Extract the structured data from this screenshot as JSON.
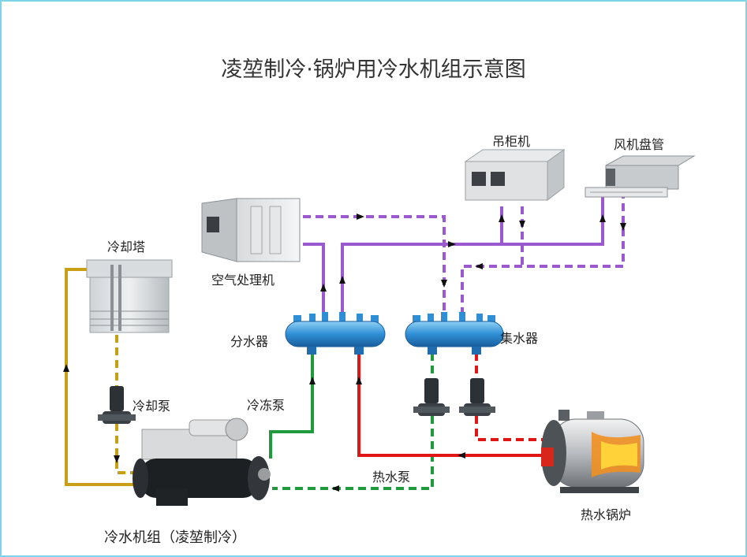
{
  "title": "凌堃制冷·锅炉用冷水机组示意图",
  "labels": {
    "cooling_tower": "冷却塔",
    "cooling_pump": "冷却泵",
    "chiller": "冷水机组（凌堃制冷）",
    "chilled_pump": "冷冻泵",
    "ahu": "空气处理机",
    "supply_header": "分水器",
    "return_header": "集水器",
    "hanging_unit": "吊柜机",
    "fan_coil": "风机盘管",
    "hot_water_pump": "热水泵",
    "boiler": "热水锅炉"
  },
  "colors": {
    "frame": "#7fd3e6",
    "cooling_loop": "#c9a015",
    "chilled_supply": "#1f9a3c",
    "hot_water": "#e01515",
    "terminal_pipes": "#9b59d0",
    "header_blue": "#2f8fd6"
  }
}
